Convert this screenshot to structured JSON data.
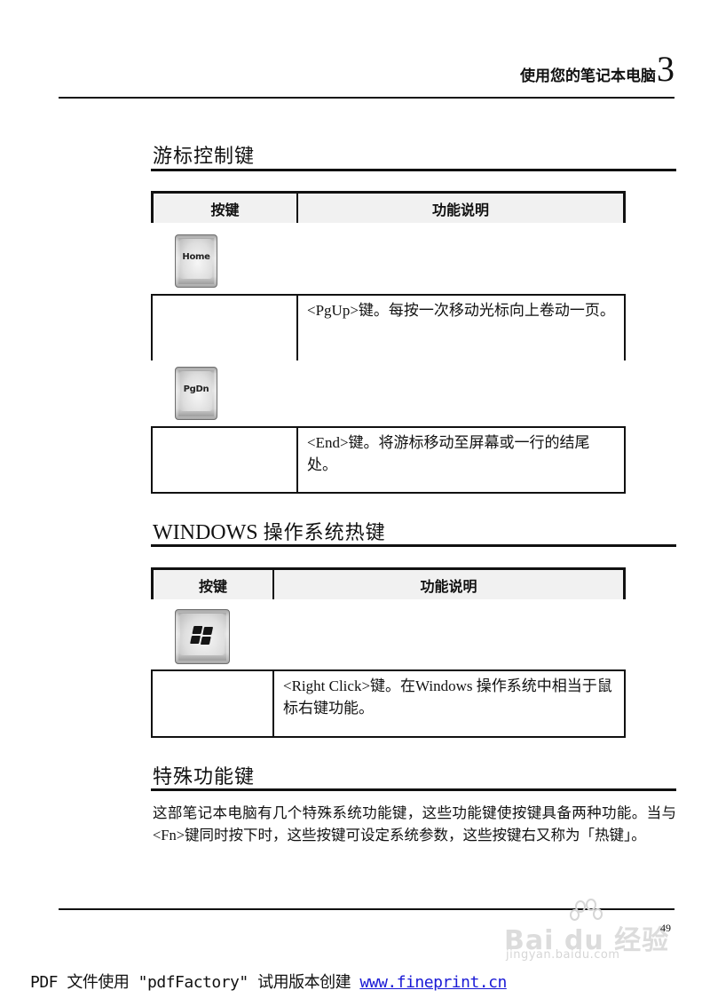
{
  "header": {
    "chapter_title": "使用您的笔记本电脑",
    "chapter_number": "3"
  },
  "sections": [
    {
      "heading": "游标控制键",
      "table": {
        "headers": [
          "按键",
          "功能说明"
        ],
        "rows": [
          {
            "key_icon": "home-key-icon",
            "key_legend": "Home",
            "description": "<PgUp>键。每按一次移动光标向上卷动一页。"
          },
          {
            "key_icon": "pgdn-key-icon",
            "key_legend": "PgDn",
            "description": "<End>键。将游标移动至屏幕或一行的结尾处。"
          }
        ]
      }
    },
    {
      "heading_latin": "WINDOWS",
      "heading_cjk": "操作系统热键",
      "table": {
        "headers": [
          "按键",
          "功能说明"
        ],
        "rows": [
          {
            "key_icon": "windows-key-icon",
            "key_legend": "",
            "description": "<Right Click>键。在Windows 操作系统中相当于鼠标右键功能。"
          }
        ]
      }
    },
    {
      "heading": "特殊功能键",
      "paragraph": "这部笔记本电脑有几个特殊系统功能键，这些功能键使按键具备两种功能。当与<Fn>键同时按下时，这些按键可设定系统参数，这些按键右又称为「热键」。"
    }
  ],
  "footer": {
    "page_number": "49"
  },
  "watermark": {
    "brand": "Bai du 经验",
    "url": "jingyan.baidu.com"
  },
  "pdf_notice": {
    "text": "PDF 文件使用 \"pdfFactory\" 试用版本创建 ",
    "link": "www.fineprint.cn"
  },
  "colors": {
    "text": "#111111",
    "table_header_bg": "#f1f1f1",
    "link": "#1a1ad6"
  }
}
